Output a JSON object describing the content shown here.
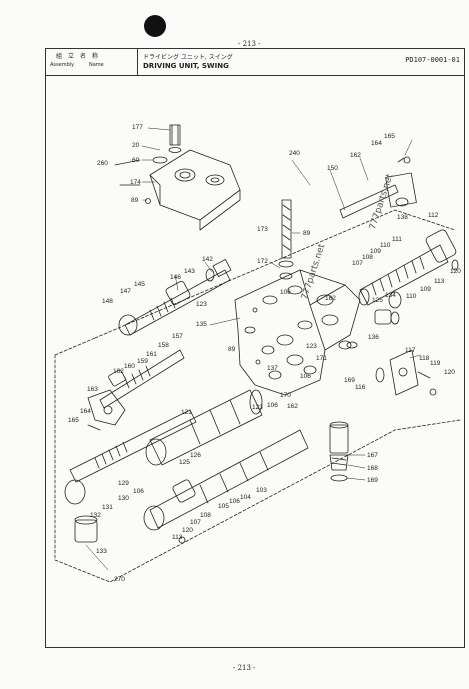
{
  "page": {
    "page_number_top": "- 213 -",
    "page_number_bottom": "- 213 -"
  },
  "header": {
    "assembly_jp": "組立名称",
    "assembly_label": "Assembly",
    "name_label": "Name",
    "title_jp": "ドライビング ユニット, スイング",
    "title_en": "DRIVING UNIT, SWING",
    "part_code": "PD107-0001-01"
  },
  "watermarks": [
    "777parts.net",
    "777parts.net"
  ],
  "callouts": {
    "c177": "177",
    "c20": "20",
    "c60": "60",
    "c260": "260",
    "c174": "174",
    "c89a": "89",
    "c240": "240",
    "c150": "150",
    "c162a": "162",
    "c164": "164",
    "c165a": "165",
    "c138": "138",
    "c112": "112",
    "c111": "111",
    "c110a": "110",
    "c109a": "109",
    "c108a": "108",
    "c107a": "107",
    "c113a": "113",
    "c120a": "120",
    "c109b": "109",
    "c110b": "110",
    "c134": "134",
    "c125a": "125",
    "c136": "136",
    "c173": "173",
    "c89b": "89",
    "c172": "172",
    "c106a": "106",
    "c162b": "162",
    "c142": "142",
    "c143": "143",
    "c146": "146",
    "c145": "145",
    "c147": "147",
    "c148": "148",
    "c123a": "123",
    "c135": "135",
    "c157": "157",
    "c158": "158",
    "c161": "161",
    "c159": "159",
    "c160": "160",
    "c162c": "162",
    "c163": "163",
    "c164b": "164",
    "c165b": "165",
    "c89c": "89",
    "c123b": "123",
    "c106b": "106",
    "c170": "170",
    "c162d": "162",
    "c169a": "169",
    "c116": "116",
    "c117": "117",
    "c118": "118",
    "c119": "119",
    "c120b": "120",
    "c167": "167",
    "c168": "168",
    "c169b": "169",
    "c121": "121",
    "c125b": "125",
    "c126": "126",
    "c129": "129",
    "c106c": "106",
    "c130": "130",
    "c131": "131",
    "c132": "132",
    "c133": "133",
    "c103": "103",
    "c104": "104",
    "c105": "105",
    "c106d": "106",
    "c108b": "108",
    "c107b": "107",
    "c120c": "120",
    "c113b": "113",
    "c270": "270",
    "c123c": "123",
    "c106e": "106",
    "c137": "137",
    "c171": "171"
  },
  "colors": {
    "ink": "#222222",
    "paper": "#fbfbf9"
  }
}
